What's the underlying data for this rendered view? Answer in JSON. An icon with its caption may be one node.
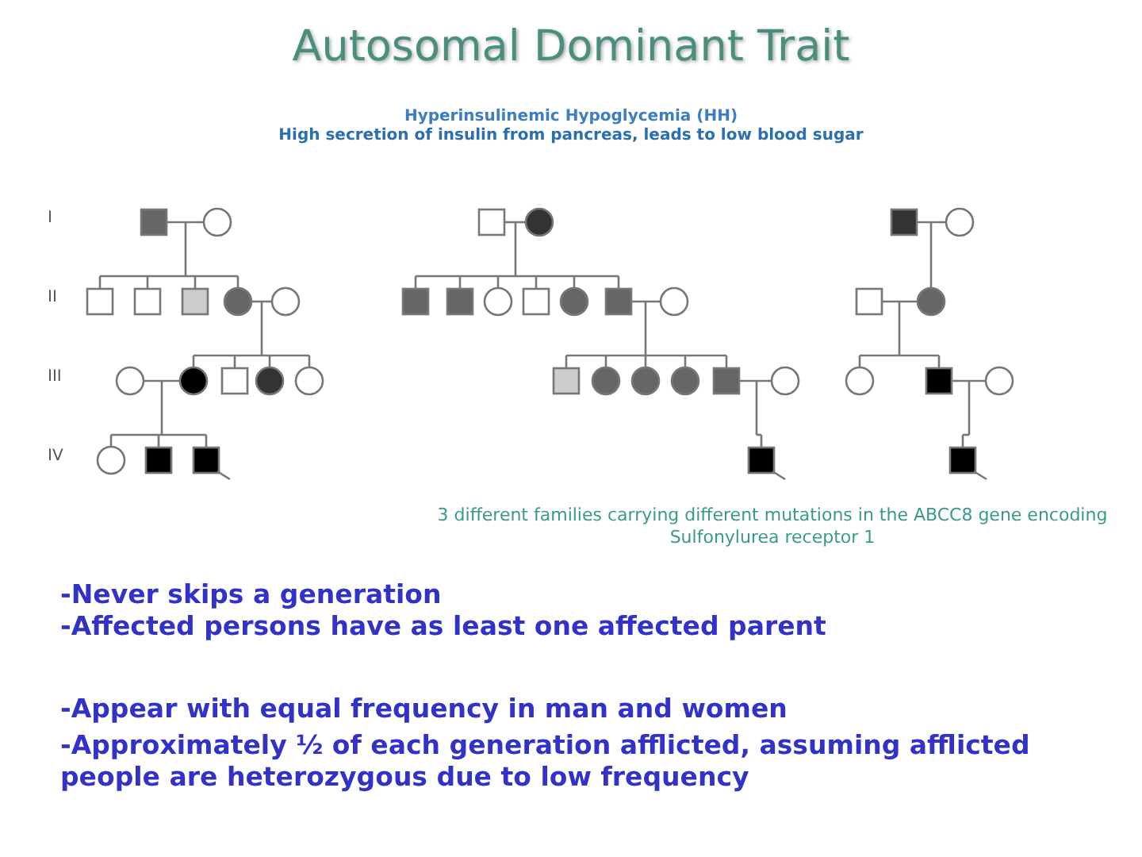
{
  "diagram": {
    "title": "Autosomal Dominant Trait",
    "labels": [
      "Hyperinsulinemic Hypoglycemia (HH)",
      "High secretion of insulin from pancreas, leads to low blood sugar",
      "I",
      "II",
      "III",
      "IV",
      "3 different families carrying different mutations in the ABCC8 gene encoding Sulfonylurea receptor 1",
      "-Never skips a generation",
      "-Affected persons have as least one affected parent",
      "-Appear with equal frequency in man and women",
      "-Approximately ½ of each generation afflicted, assuming afflicted people are heterozygous due to low frequency"
    ]
  }
}
